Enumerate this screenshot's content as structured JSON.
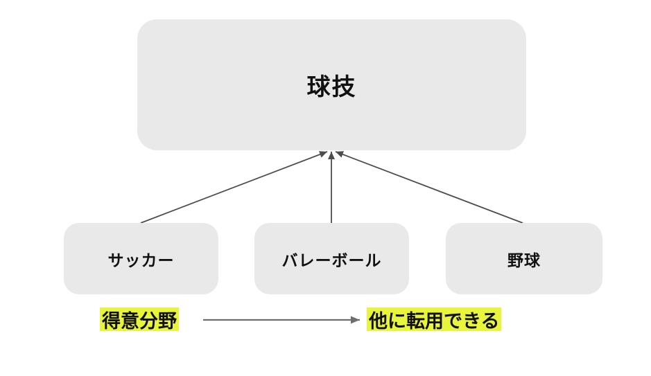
{
  "nodes": {
    "root": {
      "label": "球技"
    },
    "children": [
      {
        "id": "soccer",
        "label": "サッカー"
      },
      {
        "id": "volleyball",
        "label": "バレーボール"
      },
      {
        "id": "baseball",
        "label": "野球"
      }
    ]
  },
  "edges": [
    {
      "from": "soccer",
      "to": "root"
    },
    {
      "from": "volleyball",
      "to": "root"
    },
    {
      "from": "baseball",
      "to": "root"
    }
  ],
  "legend": {
    "from_label": "得意分野",
    "to_label": "他に転用できる"
  },
  "colors": {
    "background": "#ffffff",
    "node_fill": "#e9e9e9",
    "node_text": "#111111",
    "tree_arrow": "#4d4d4d",
    "legend_arrow": "#6e6e6e",
    "highlight": "#e9f53c"
  }
}
